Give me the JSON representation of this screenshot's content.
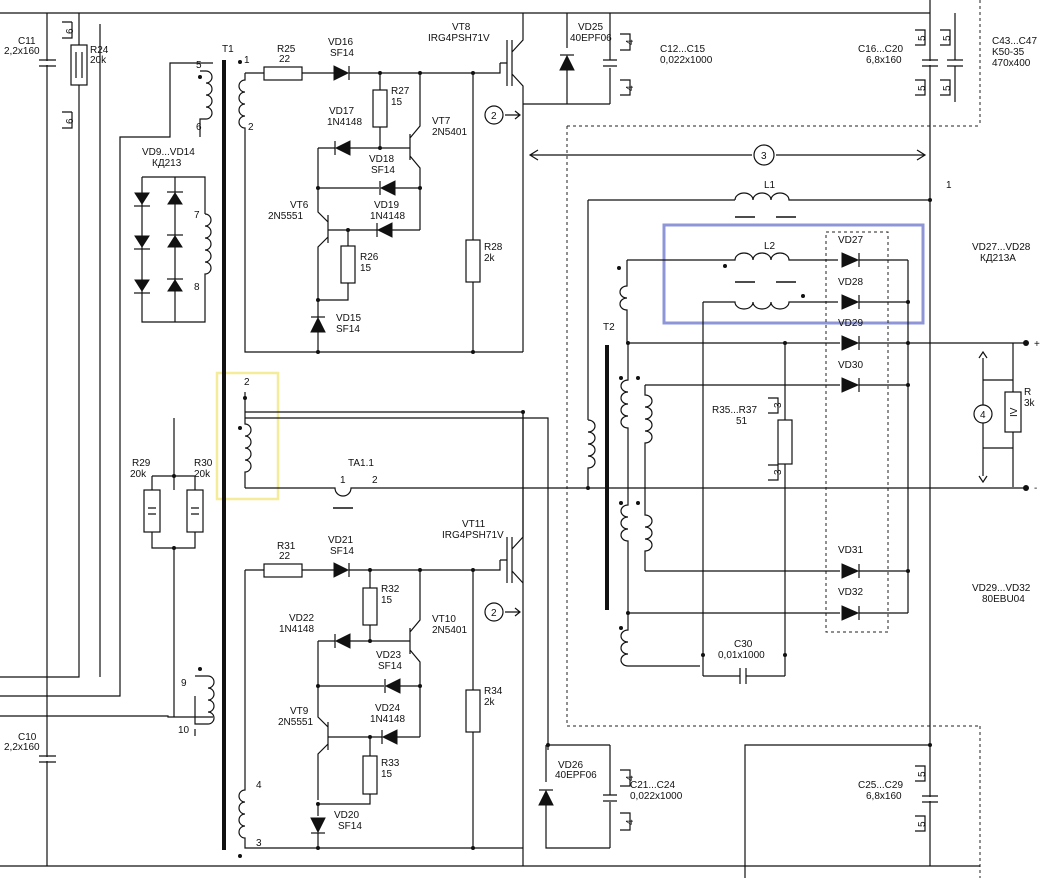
{
  "labels": {
    "c11": "C11",
    "c11_val": "2,2x160",
    "r24": "R24",
    "r24_val": "20k",
    "t1": "T1",
    "r25": "R25",
    "r25_val": "22",
    "vd16": "VD16",
    "vd16_val": "SF14",
    "vt8": "VT8",
    "vt8_val": "IRG4PSH71V",
    "vd25": "VD25",
    "vd25_val": "40EPF06",
    "c12": "C12...C15",
    "c12_val": "0,022x1000",
    "c16": "C16...C20",
    "c16_val": "6,8x160",
    "c43": "C43...C47",
    "c43_type": "K50-35",
    "c43_val": "470x400",
    "r27": "R27",
    "r27_val": "15",
    "vd17": "VD17",
    "vd17_val": "1N4148",
    "vt7": "VT7",
    "vt7_val": "2N5401",
    "vd9": "VD9...VD14",
    "vd9_val": "КД213",
    "vd18": "VD18",
    "vd18_val": "SF14",
    "vt6": "VT6",
    "vt6_val": "2N5551",
    "vd19": "VD19",
    "vd19_val": "1N4148",
    "r26": "R26",
    "r26_val": "15",
    "r28": "R28",
    "r28_val": "2k",
    "vd15": "VD15",
    "vd15_val": "SF14",
    "l1": "L1",
    "l2": "L2",
    "t2": "T2",
    "vd27": "VD27",
    "vd28": "VD28",
    "vd29": "VD29",
    "vd30": "VD30",
    "vd31": "VD31",
    "vd32": "VD32",
    "vd27_28": "VD27...VD28",
    "vd27_28_val": "КД213А",
    "vd29_32": "VD29...VD32",
    "vd29_32_val": "80EBU04",
    "r35": "R35...R37",
    "r35_val": "51",
    "r_load": "R",
    "r_load_val": "3k",
    "plus": "+",
    "minus": "-",
    "ta": "TA1.1",
    "r29": "R29",
    "r29_val": "20k",
    "r30": "R30",
    "r30_val": "20k",
    "r31": "R31",
    "r31_val": "22",
    "vd21": "VD21",
    "vd21_val": "SF14",
    "vt11": "VT11",
    "vt11_val": "IRG4PSH71V",
    "r32": "R32",
    "r32_val": "15",
    "vd22": "VD22",
    "vd22_val": "1N4148",
    "vt10": "VT10",
    "vt10_val": "2N5401",
    "vd23": "VD23",
    "vd23_val": "SF14",
    "vt9": "VT9",
    "vt9_val": "2N5551",
    "vd24": "VD24",
    "vd24_val": "1N4148",
    "r33": "R33",
    "r33_val": "15",
    "vd20": "VD20",
    "vd20_val": "SF14",
    "r34": "R34",
    "r34_val": "2k",
    "vd26": "VD26",
    "vd26_val": "40EPF06",
    "c21": "C21...C24",
    "c21_val": "0,022x1000",
    "c25": "C25...C29",
    "c25_val": "6,8x160",
    "c30": "C30",
    "c30_val": "0,01x1000",
    "c10": "C10",
    "c10_val": "2,2x160",
    "pin_1": "1",
    "pin_2": "2",
    "pin_3": "3",
    "pin_4": "4",
    "pin_5": "5",
    "pin_6": "6",
    "pin_7": "7",
    "pin_8": "8",
    "pin_9": "9",
    "pin_10": "10",
    "ref_2": "2",
    "ref_3": "3",
    "ref_4": "4",
    "iv": "IV"
  },
  "highlight_colors": {
    "yellow_box": "#f5ec9a",
    "blue_box": "#8e96d8"
  }
}
